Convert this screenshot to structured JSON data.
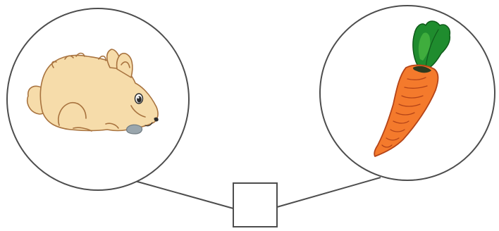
{
  "diagram": {
    "nodes": [
      {
        "id": "rabbit",
        "depicts": "rabbit-illustration",
        "shape": "circle"
      },
      {
        "id": "carrot",
        "depicts": "carrot-illustration",
        "shape": "circle"
      },
      {
        "id": "answer",
        "depicts": "empty-answer-box",
        "shape": "square",
        "text": ""
      }
    ],
    "connectors": [
      {
        "from": "rabbit",
        "to": "answer"
      },
      {
        "from": "carrot",
        "to": "answer"
      }
    ],
    "colors": {
      "outline": "#4d4d4d",
      "rabbit_fur": "#f6dcaa",
      "rabbit_outline": "#a8733f",
      "carrot_orange": "#f47a2c",
      "carrot_outline": "#b44418",
      "carrot_leaf": "#1f8c2e",
      "carrot_leaf_light": "#3fad3d"
    }
  }
}
